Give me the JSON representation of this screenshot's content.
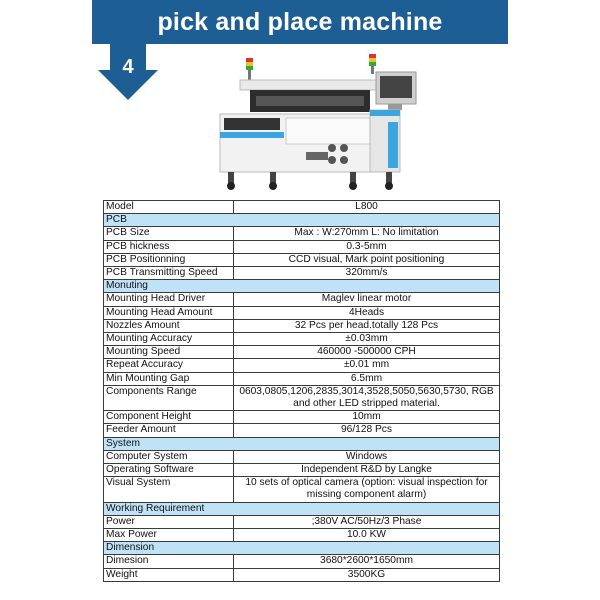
{
  "header": {
    "title": "pick and place machine",
    "step": "4"
  },
  "colors": {
    "banner": "#1d5f95",
    "section": "#bfe2f7",
    "machine_accent": "#3aa5de"
  },
  "image": {
    "subject": "pick-and-place-machine-photo"
  },
  "table": {
    "rows": [
      {
        "kind": "row",
        "label": "Model",
        "value": "L800"
      },
      {
        "kind": "section",
        "label": "PCB"
      },
      {
        "kind": "row",
        "label": "PCB Size",
        "value": "Max : W:270mm L: No limitation"
      },
      {
        "kind": "row",
        "label": "PCB hickness",
        "value": "0.3-5mm"
      },
      {
        "kind": "row",
        "label": "PCB Positionning",
        "value": "CCD visual, Mark point positioning"
      },
      {
        "kind": "row",
        "label": "PCB Transmitting Speed",
        "value": "320mm/s"
      },
      {
        "kind": "section",
        "label": "Monuting"
      },
      {
        "kind": "row",
        "label": "Mounting Head Driver",
        "value": "Maglev linear motor"
      },
      {
        "kind": "row",
        "label": "Mounting Head Amount",
        "value": "4Heads"
      },
      {
        "kind": "row",
        "label": "Nozzles Amount",
        "value": "32 Pcs per head.totally 128 Pcs"
      },
      {
        "kind": "row",
        "label": "Mounting Accuracy",
        "value": "±0.03mm"
      },
      {
        "kind": "row",
        "label": "Mounting Speed",
        "value": "460000 -500000 CPH"
      },
      {
        "kind": "row",
        "label": "Repeat Accuracy",
        "value": "±0.01 mm"
      },
      {
        "kind": "row",
        "label": "Min Mounting Gap",
        "value": "6.5mm"
      },
      {
        "kind": "row",
        "label": "Components Range",
        "value": "0603,0805,1206,2835,3014,3528,5050,5630,5730, RGB and other LED stripped material."
      },
      {
        "kind": "row",
        "label": "Component Height",
        "value": "10mm"
      },
      {
        "kind": "row",
        "label": "Feeder Amount",
        "value": "96/128 Pcs"
      },
      {
        "kind": "section",
        "label": "System"
      },
      {
        "kind": "row",
        "label": "Computer System",
        "value": "Windows"
      },
      {
        "kind": "row",
        "label": "Operating Software",
        "value": "Independent R&D by Langke"
      },
      {
        "kind": "row",
        "label": "Visual System",
        "value": "10 sets of optical camera (option: visual inspection for missing component alarm)"
      },
      {
        "kind": "section",
        "label": "Working Requirement"
      },
      {
        "kind": "row",
        "label": "Power",
        "value": ";380V AC/50Hz/3 Phase"
      },
      {
        "kind": "row",
        "label": "Max Power",
        "value": "10.0 KW"
      },
      {
        "kind": "section",
        "label": "Dimension"
      },
      {
        "kind": "row",
        "label": "Dimesion",
        "value": "3680*2600*1650mm"
      },
      {
        "kind": "row",
        "label": "Weight",
        "value": "3500KG"
      }
    ]
  }
}
